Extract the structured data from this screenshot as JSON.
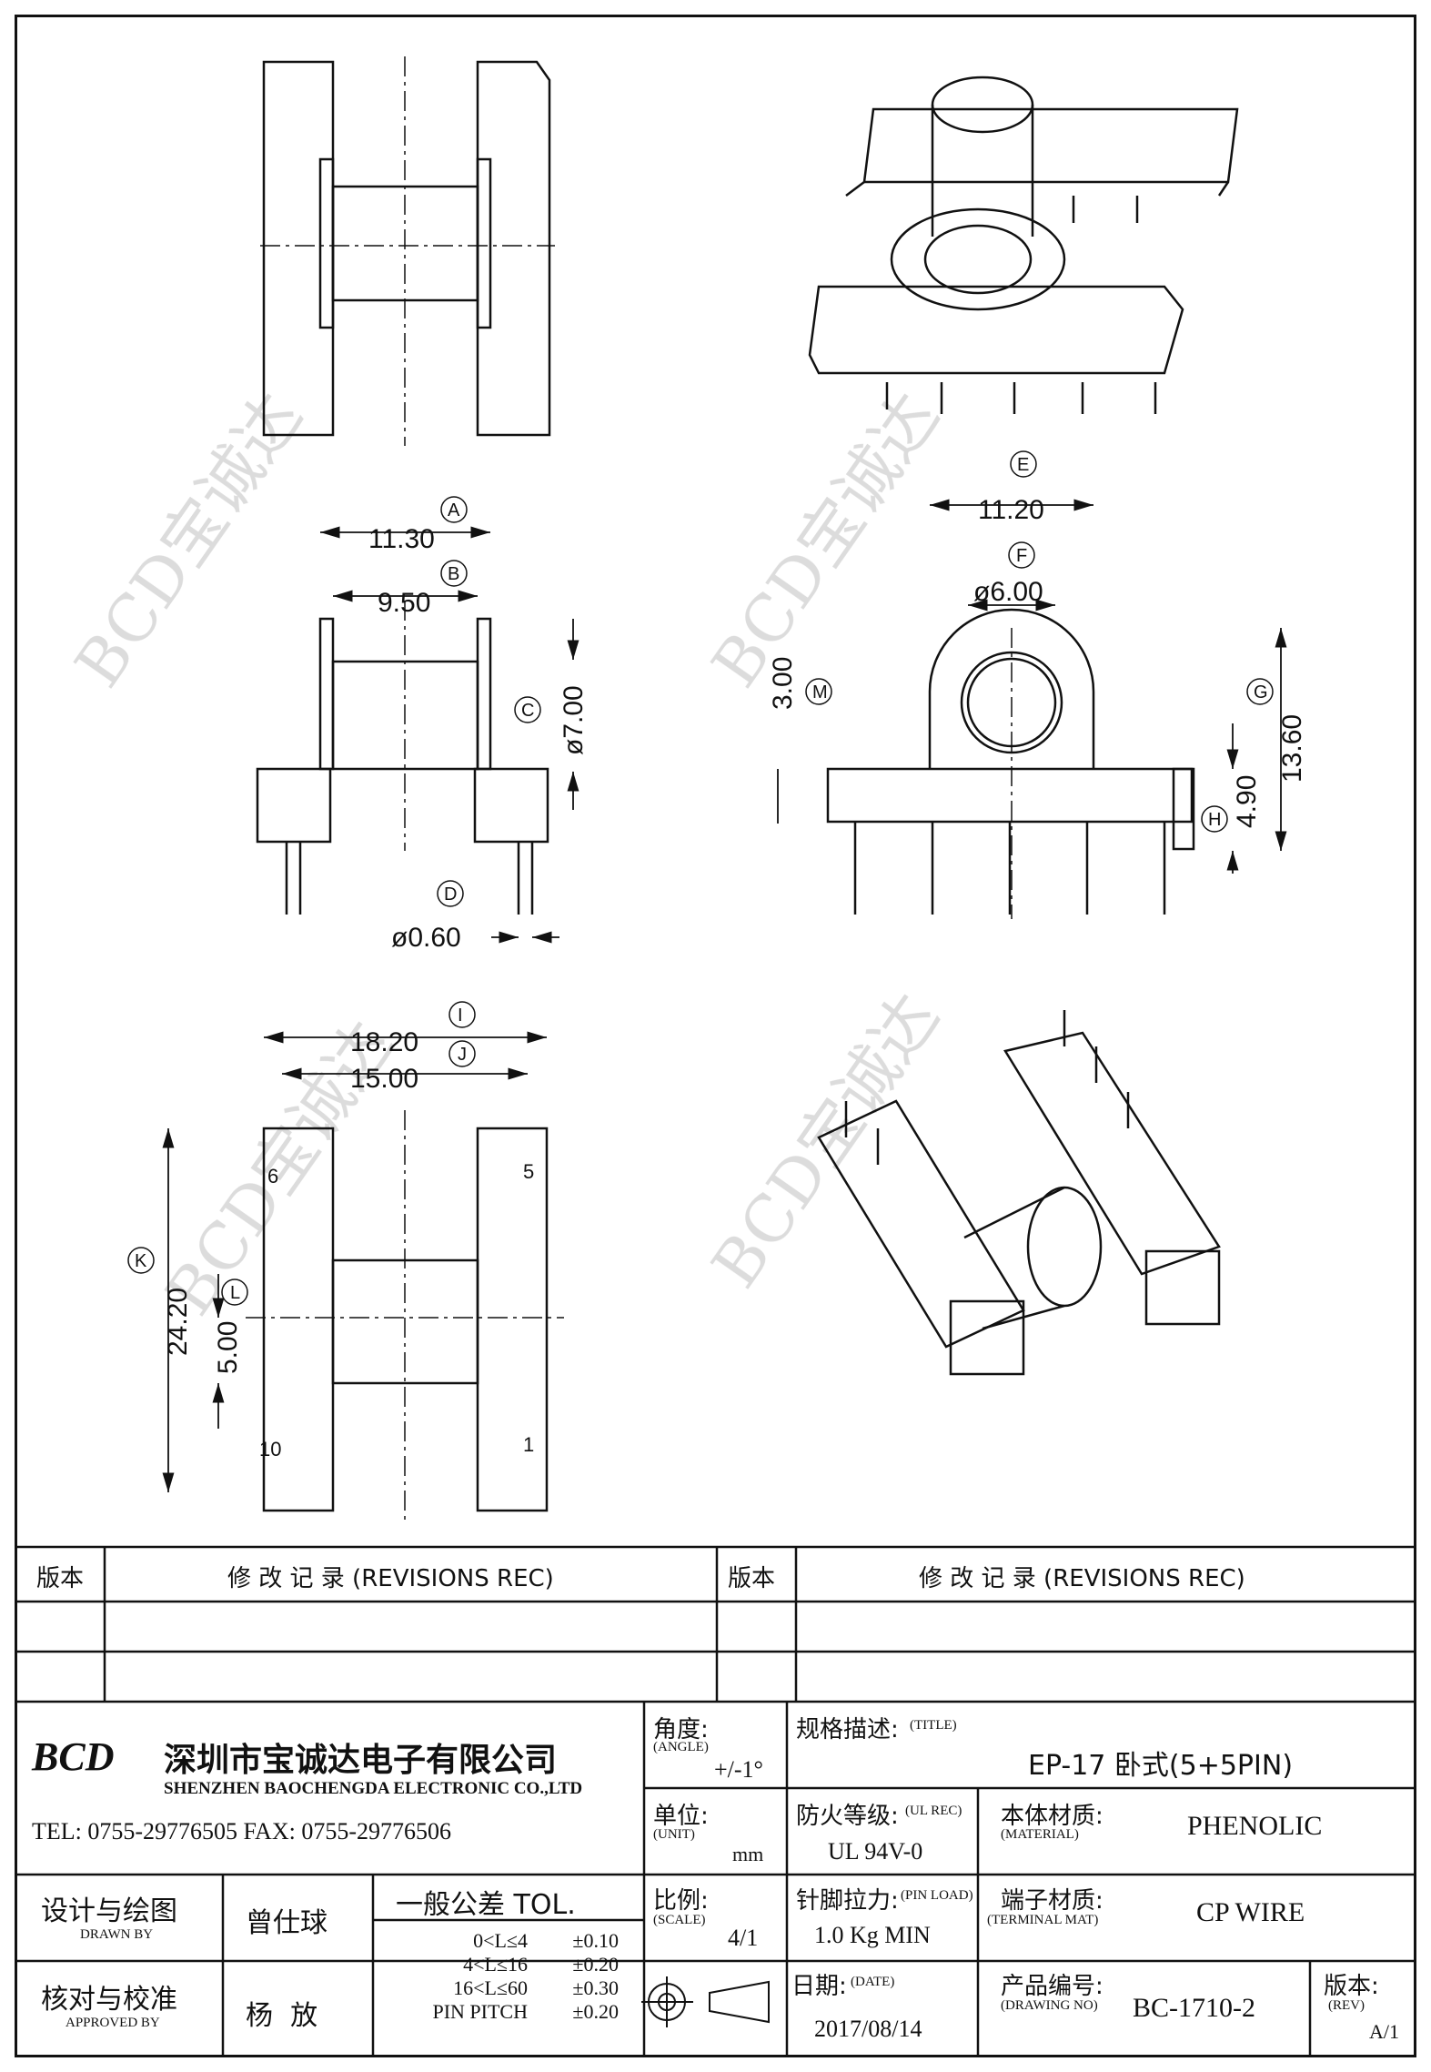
{
  "views": {
    "dim_A": {
      "tag": "A",
      "value": "11.30"
    },
    "dim_B": {
      "tag": "B",
      "value": "9.50"
    },
    "dim_C": {
      "tag": "C",
      "value": "ø7.00"
    },
    "dim_D": {
      "tag": "D",
      "value": "ø0.60"
    },
    "dim_E": {
      "tag": "E",
      "value": "11.20"
    },
    "dim_F": {
      "tag": "F",
      "value": "ø6.00"
    },
    "dim_G": {
      "tag": "G",
      "value": "13.60"
    },
    "dim_H": {
      "tag": "H",
      "value": "4.90"
    },
    "dim_M": {
      "tag": "M",
      "value": "3.00"
    },
    "dim_I": {
      "tag": "I",
      "value": "18.20"
    },
    "dim_J": {
      "tag": "J",
      "value": "15.00"
    },
    "dim_K": {
      "tag": "K",
      "value": "24.20"
    },
    "dim_L": {
      "tag": "L",
      "value": "5.00"
    },
    "pins": {
      "p1": "1",
      "p5": "5",
      "p6": "6",
      "p10": "10"
    }
  },
  "watermark": {
    "text": "BCD宝诚达"
  },
  "revisions": {
    "col1": "版本",
    "col2": "修 改 记 录 (REVISIONS REC)",
    "col3": "版本",
    "col4": "修 改 记 录 (REVISIONS REC)"
  },
  "company": {
    "logo": "BCD",
    "name_cn": "深圳市宝诚达电子有限公司",
    "name_en": "SHENZHEN BAOCHENGDA ELECTRONIC CO.,LTD",
    "tel_fax": "TEL: 0755-29776505  FAX: 0755-29776506"
  },
  "fields": {
    "angle_label": "角度:",
    "angle_en": "(ANGLE)",
    "angle_value": "+/-1°",
    "title_label": "规格描述:",
    "title_en": "(TITLE)",
    "title_value": "EP-17 卧式(5+5PIN)",
    "unit_label": "单位:",
    "unit_en": "(UNIT)",
    "unit_value": "mm",
    "ul_label": "防火等级:",
    "ul_en": "(UL REC)",
    "ul_value": "UL 94V-0",
    "material_label": "本体材质:",
    "material_en": "(MATERIAL)",
    "material_value": "PHENOLIC",
    "scale_label": "比例:",
    "scale_en": "(SCALE)",
    "scale_value": "4/1",
    "pinload_label": "针脚拉力:",
    "pinload_en": "(PIN LOAD)",
    "pinload_value": "1.0 Kg MIN",
    "terminal_label": "端子材质:",
    "terminal_en": "(TERMINAL MAT)",
    "terminal_value": "CP WIRE",
    "date_label": "日期:",
    "date_en": "(DATE)",
    "date_value": "2017/08/14",
    "drawing_label": "产品编号:",
    "drawing_en": "(DRAWING NO)",
    "drawing_value": "BC-1710-2",
    "rev_label": "版本:",
    "rev_en": "(REV)",
    "rev_value": "A/1"
  },
  "people": {
    "drawn_label": "设计与绘图",
    "drawn_en": "DRAWN BY",
    "drawn_name": "曾仕球",
    "approved_label": "核对与校准",
    "approved_en": "APPROVED BY",
    "approved_name": "杨  放"
  },
  "tolerance": {
    "title": "一般公差 TOL.",
    "rows": [
      {
        "range": "0<L≤4",
        "tol": "±0.10"
      },
      {
        "range": "4<L≤16",
        "tol": "±0.20"
      },
      {
        "range": "16<L≤60",
        "tol": "±0.30"
      },
      {
        "range": "PIN PITCH",
        "tol": "±0.20"
      }
    ]
  }
}
